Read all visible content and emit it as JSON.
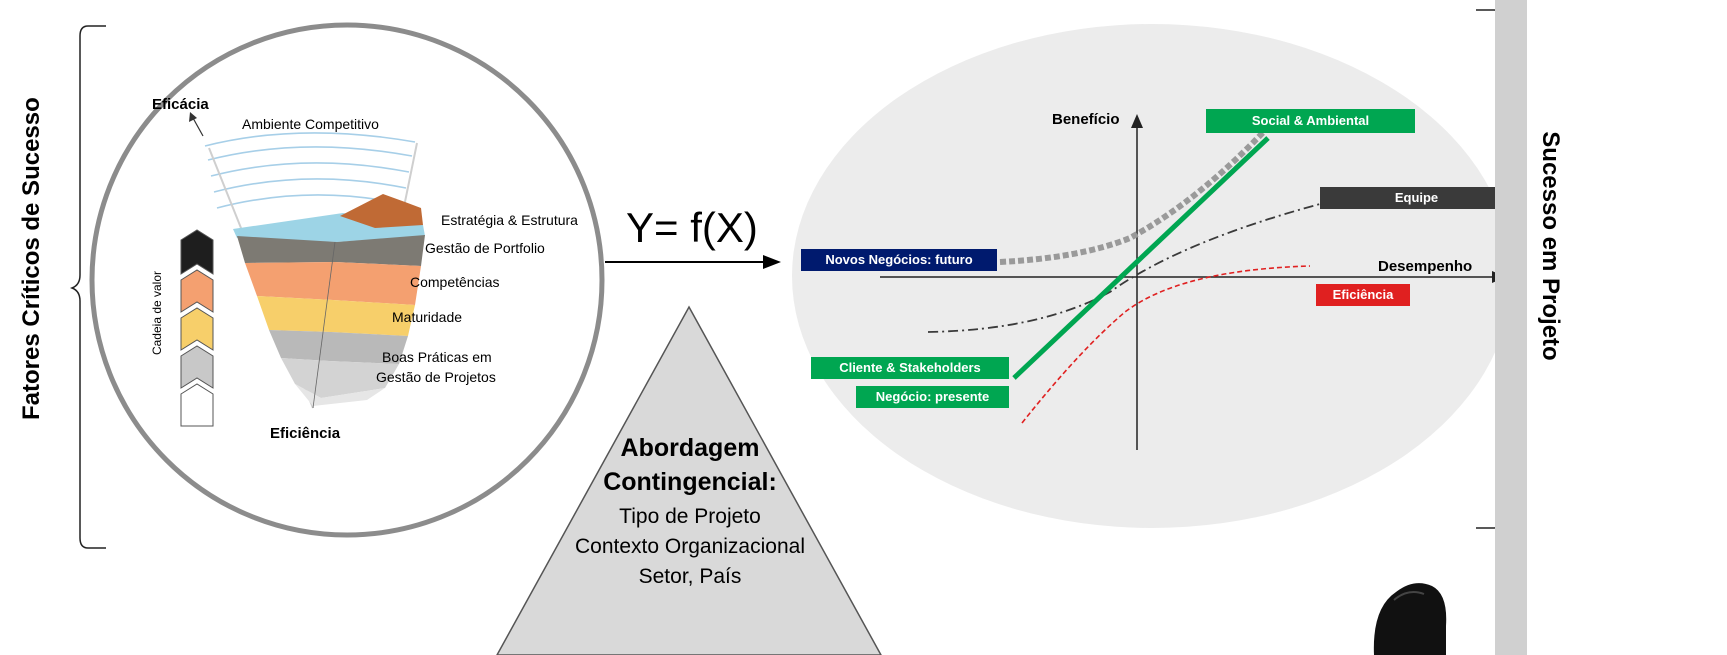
{
  "left_title": "Fatores Críticos de Sucesso",
  "right_title": "Sucesso em Projeto",
  "formula": "Y= f(X)",
  "cone": {
    "top_label": "Eficácia",
    "bottom_label": "Eficiência",
    "outer_label": "Ambiente Competitivo",
    "value_chain_label": "Cadeia de valor",
    "layers": [
      "Estratégia & Estrutura",
      "Gestão de Portfolio",
      "Competências",
      "Maturidade",
      "Boas Práticas em",
      "Gestão de Projetos"
    ]
  },
  "triangle": {
    "title_line1": "Abordagem",
    "title_line2": "Contingencial:",
    "items": [
      "Tipo de Projeto",
      "Contexto Organizacional",
      "Setor, País"
    ]
  },
  "graph": {
    "y_axis_label": "Benefício",
    "x_axis_label": "Desempenho",
    "tags": {
      "social": "Social & Ambiental",
      "equipe": "Equipe",
      "novos": "Novos Negócios: futuro",
      "eficiencia": "Eficiência",
      "cliente": "Cliente & Stakeholders",
      "negocio": "Negócio: presente"
    },
    "colors": {
      "green": "#00a651",
      "dark": "#3a3a3a",
      "navy": "#001a6e",
      "red": "#e02020",
      "gray": "#9a9a9a"
    }
  }
}
